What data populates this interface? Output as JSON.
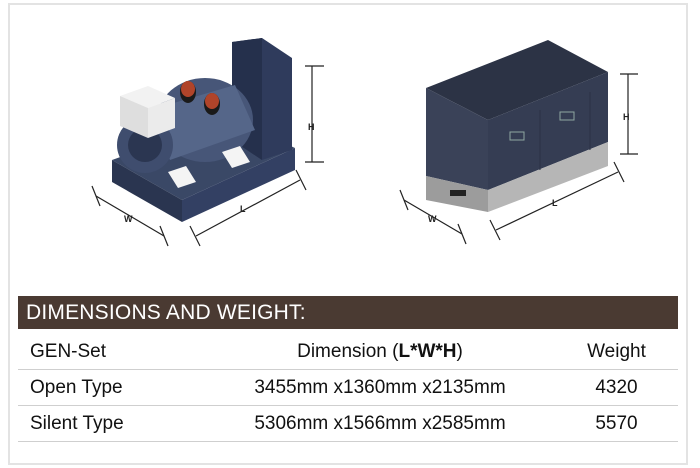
{
  "illustrations": {
    "open": {
      "label_w": "W",
      "label_l": "L",
      "label_h": "H"
    },
    "silent": {
      "label_w": "W",
      "label_l": "L",
      "label_h": "H"
    }
  },
  "section": {
    "title": "DIMENSIONS AND WEIGHT:"
  },
  "table": {
    "header": {
      "col1": "GEN-Set",
      "col2_prefix": "Dimension (",
      "col2_bold": "L*W*H",
      "col2_suffix": ")",
      "col3": "Weight"
    },
    "rows": [
      {
        "type": "Open Type",
        "dimension": "3455mm x1360mm x2135mm",
        "weight": "4320"
      },
      {
        "type": "Silent Type",
        "dimension": "5306mm x1566mm x2585mm",
        "weight": "5570"
      }
    ]
  }
}
